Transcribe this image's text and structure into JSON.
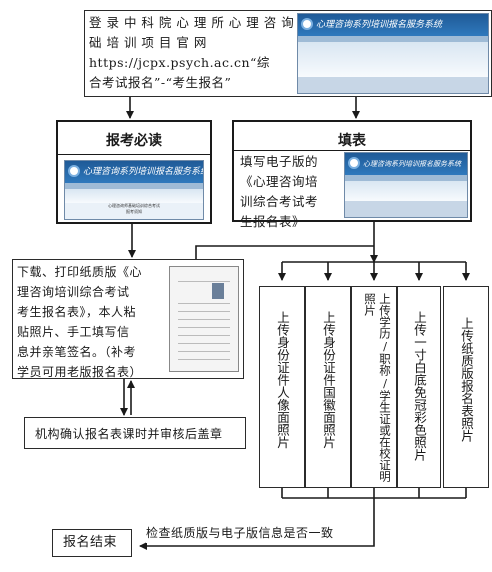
{
  "steps": {
    "entry": "登录中科院心理所心理咨询基础培训项目官网https://jcpx.psych.ac.cn“综合考试报名”-“考生报名”",
    "entry_lines": [
      "登 录 中 科 院 心 理 所 心 理 咨 询 基",
      "础  培  训  项  目  官  网",
      "https://jcpx.psych.ac.cn“综",
      "合考试报名”-“考生报名”"
    ],
    "read_title": "报考必读",
    "fill_title": "填表",
    "fill_text": "填写电子版的《心理咨询培训综合考试考生报名表》",
    "fill_lines": [
      "填写电子版的",
      "《心理咨询培",
      "训综合考试考",
      "生报名表》"
    ],
    "download_text": "下载、打印纸质版《心理咨询培训综合考试考生报名表》，本人粘贴照片、手工填写信息并亲笔签名。（补考学员可用老版报名表）",
    "download_lines": [
      "下载、打印纸质版《心",
      "理咨询培训综合考试",
      "考生报名表》，本人粘",
      "贴照片、手工填写信",
      "息并亲笔签名。（补考",
      "学员可用老版报名表）"
    ],
    "confirm": "机构确认报名表课时并审核后盖章",
    "uploads": [
      "上传身份证件人像面照片",
      "上传身份证件国徽面照片",
      "上传学历/职称/学生证或在校证明照片",
      "上传一寸白底免冠彩色照片",
      "上传纸质版报名表照片"
    ],
    "check": "检查纸质版与电子版信息是否一致",
    "end": "报名结束"
  },
  "thumbnails": {
    "site_banner": "心理咨询系列培训报名服务系统",
    "read_caption_1": "心理咨询师基础培训综合考试",
    "read_caption_2": "报考须知"
  },
  "icons": [
    "arrow-down-icon",
    "arrow-left-icon",
    "logo-icon"
  ],
  "colors": {
    "line": "#1a1a1a",
    "banner": "#2f79bd"
  }
}
